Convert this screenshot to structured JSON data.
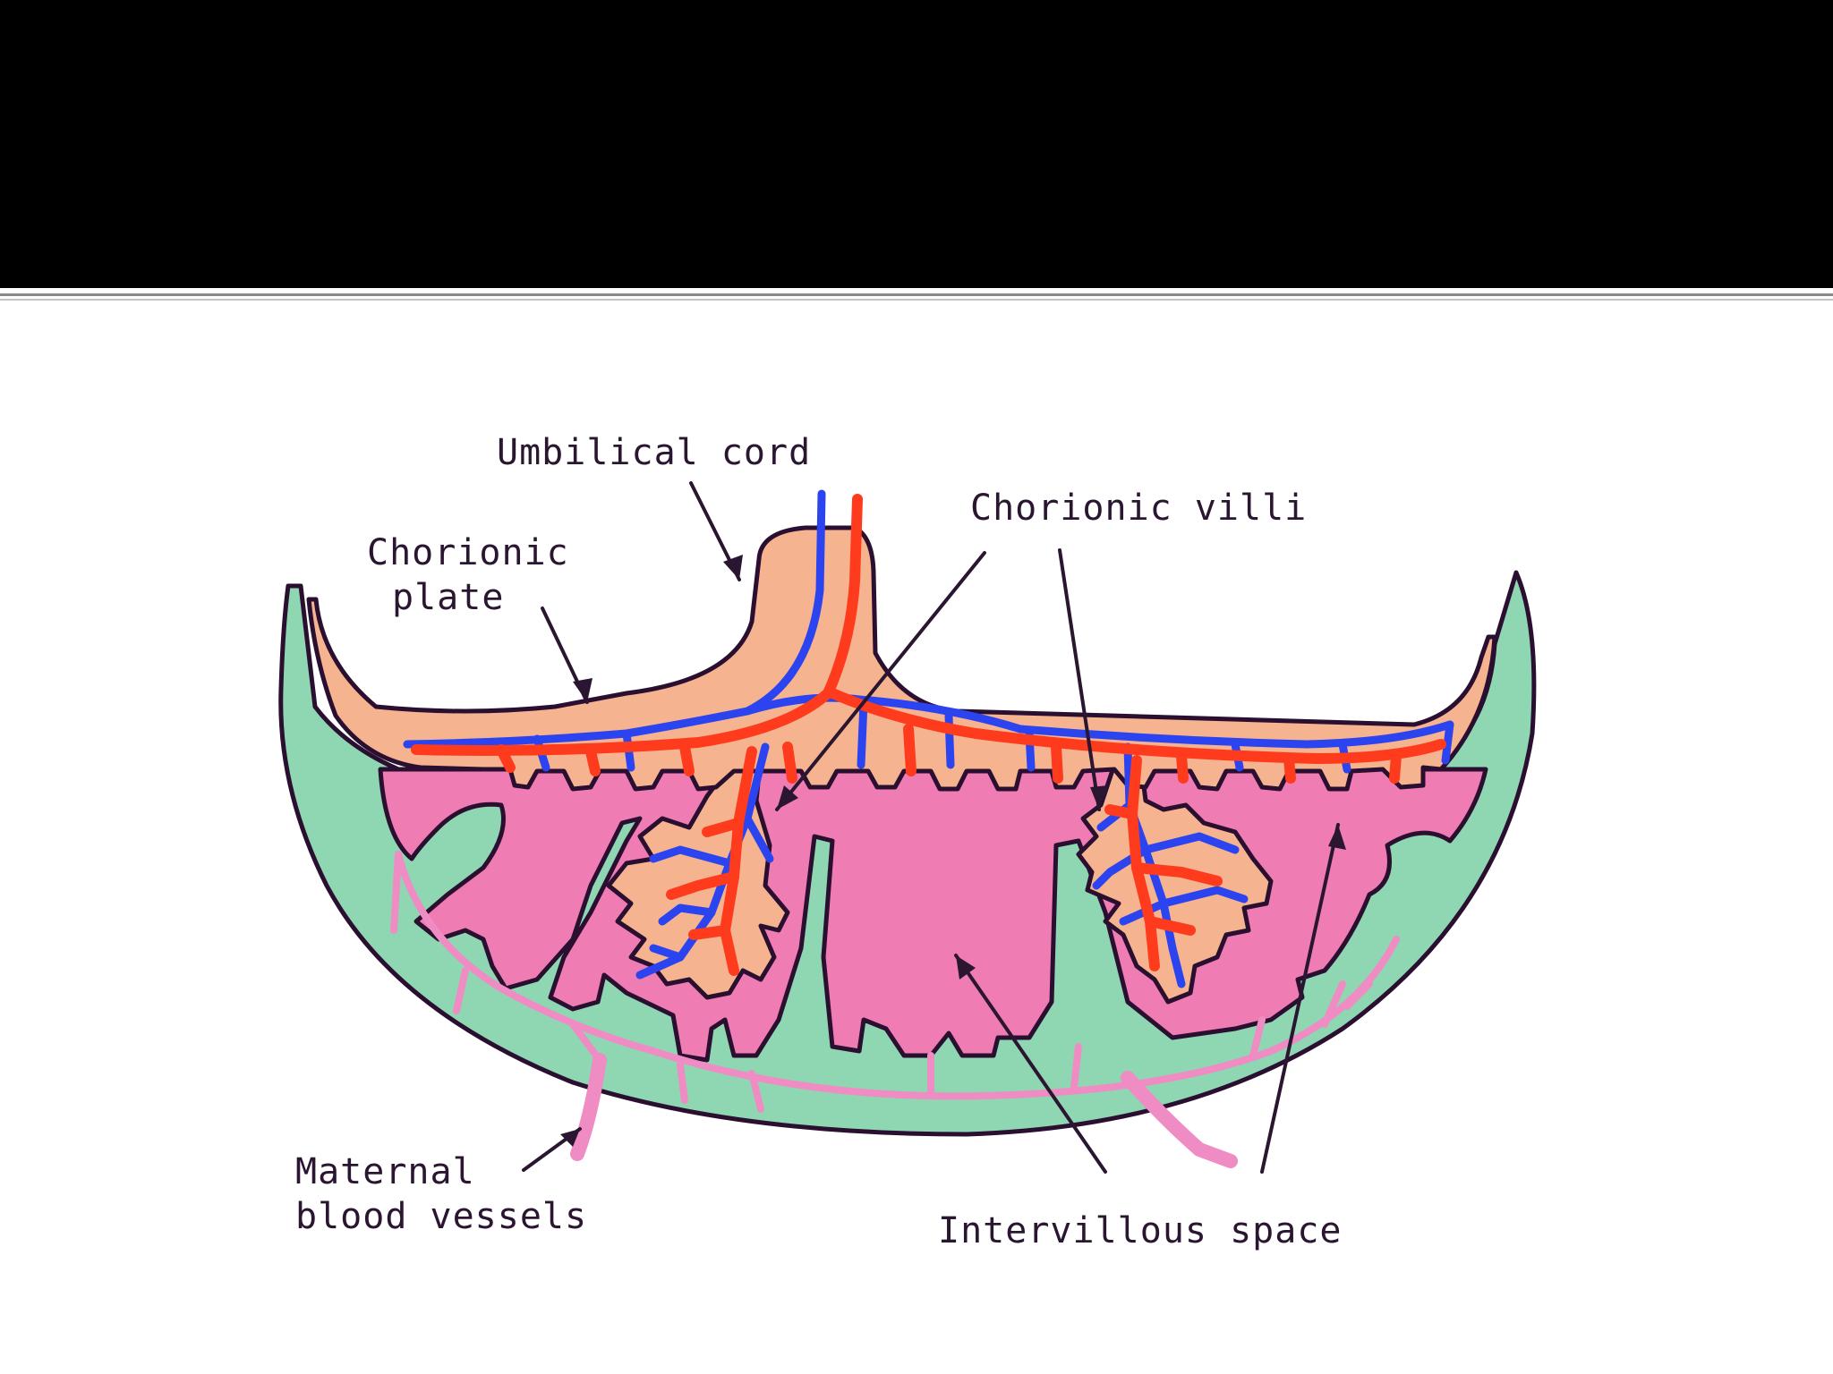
{
  "labels": {
    "umbilical_cord": "Umbilical cord",
    "chorionic_plate_line1": "Chorionic",
    "chorionic_plate_line2": "plate",
    "chorionic_villi": "Chorionic villi",
    "maternal_line1": "Maternal",
    "maternal_line2": "blood vessels",
    "intervillous_space": "Intervillous space"
  },
  "colors": {
    "decidua": "#8fd6b3",
    "intervillous": "#f07cb4",
    "chorion": "#f5b38f",
    "outline": "#2a0f30",
    "artery": "#ff3b1e",
    "vein": "#2b44f0",
    "maternal_vessel": "#f08cc4",
    "header": "#000000"
  }
}
